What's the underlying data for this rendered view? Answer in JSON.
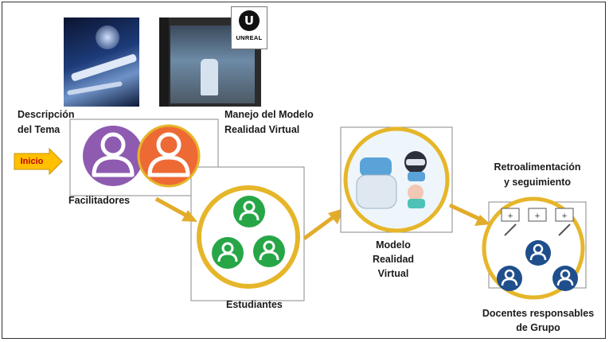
{
  "labels": {
    "descripcion_l1": "Descripción",
    "descripcion_l2": "del Tema",
    "manejo_l1": "Manejo del Modelo",
    "manejo_l2": "Realidad Virtual",
    "inicio": "Inicio",
    "facilitadores": "Facilitadores",
    "estudiantes": "Estudiantes",
    "modelo_l1": "Modelo",
    "modelo_l2": "Realidad",
    "modelo_l3": "Virtual",
    "retro_l1": "Retroalimentación",
    "retro_l2": "y seguimiento",
    "docentes_l1": "Docentes responsables",
    "docentes_l2": "de Grupo"
  },
  "logo_text": "UNREAL",
  "colors": {
    "purple": "#8e5bb0",
    "orange": "#ee6a35",
    "green": "#27a647",
    "navy": "#1f4e8c",
    "gold": "#e6b62a",
    "arrow": "#e2ac2b",
    "start_fill": "#ffc000"
  },
  "icons": [
    "space-photo-icon",
    "unreal-editor-screenshot-icon",
    "unreal-logo-icon",
    "person-icon",
    "vr-headset-icon",
    "feedback-screen-icon"
  ]
}
